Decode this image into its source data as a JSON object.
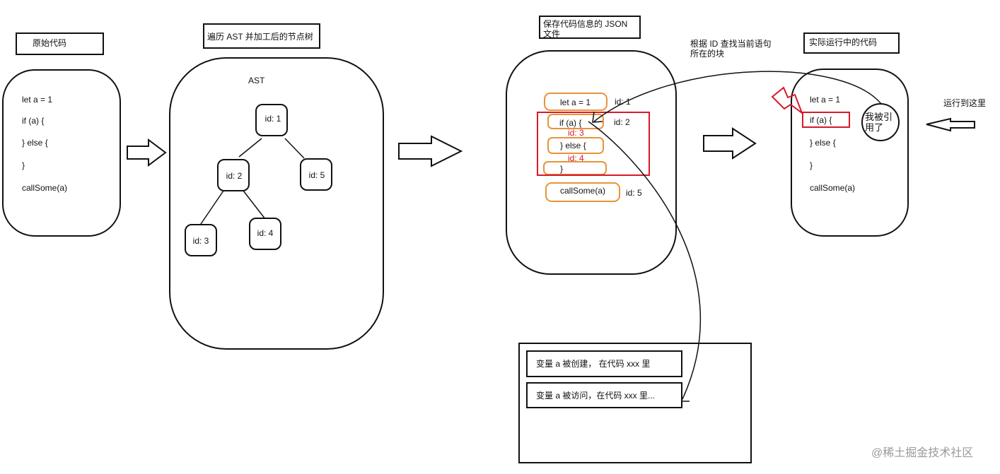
{
  "labels": {
    "original_code": "原始代码",
    "traverse_ast": "遍历 AST 并加工后的节点树",
    "json_file": "保存代码信息的 JSON 文件",
    "find_block": "根据 ID 查找当前语句所在的块",
    "runtime_code": "实际运行中的代码",
    "run_here": "运行到这里",
    "ast": "AST",
    "referenced": "我被引用了",
    "watermark": "@稀土掘金技术社区"
  },
  "original_code_lines": [
    "let a = 1",
    "if (a) {",
    "} else {",
    "}",
    "callSome(a)"
  ],
  "runtime_code_lines": [
    "let a = 1",
    "if (a) {",
    "} else {",
    "}",
    "callSome(a)"
  ],
  "ast_nodes": [
    "id: 1",
    "id: 2",
    "id: 5",
    "id: 3",
    "id: 4"
  ],
  "json_blocks": {
    "let": "let a = 1",
    "if": "if (a) {",
    "else": "} else {",
    "close": "}",
    "call": "callSome(a)",
    "id1": "id: 1",
    "id2": "id: 2",
    "id3": "id: 3",
    "id4": "id: 4",
    "id5": "id: 5"
  },
  "messages": [
    "变量 a 被创建，  在代码 xxx 里",
    "变量 a 被访问，在代码 xxx 里..."
  ],
  "colors": {
    "orange": "#e8933a",
    "red": "#d6192b",
    "stroke": "#111111"
  }
}
